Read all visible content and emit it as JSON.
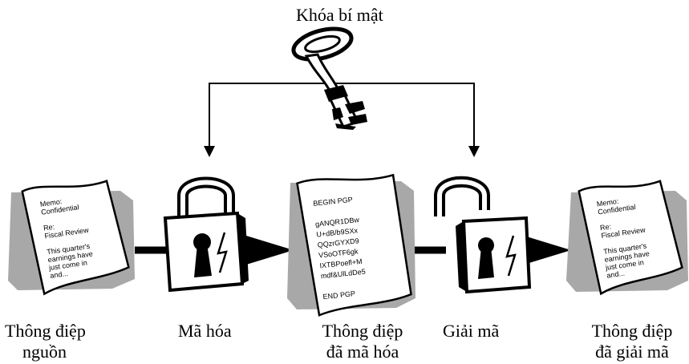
{
  "key_label": "Khóa bí mật",
  "stages": {
    "source": {
      "line1": "Thông điệp",
      "line2": "nguồn"
    },
    "encrypt": {
      "label": "Mã hóa"
    },
    "encrypted": {
      "line1": "Thông điệp",
      "line2": "đã mã hóa"
    },
    "decrypt": {
      "label": "Giải mã"
    },
    "decrypted": {
      "line1": "Thông điệp",
      "line2": "đã giải mã"
    }
  },
  "plain_doc": [
    "Memo:",
    "Confidential",
    "",
    "Re:",
    "Fiscal Review",
    "",
    "This quarter's",
    "earnings have",
    "just come in",
    "and..."
  ],
  "cipher_doc": [
    "BEGIN PGP",
    "",
    "gANQR1DBw",
    "U+dB/b9SXx",
    "QQzrGYXD9",
    "VSoOTF6gk",
    "IXTBPoefl+M",
    "mdf&UlLdDe5",
    "",
    "END PGP"
  ]
}
